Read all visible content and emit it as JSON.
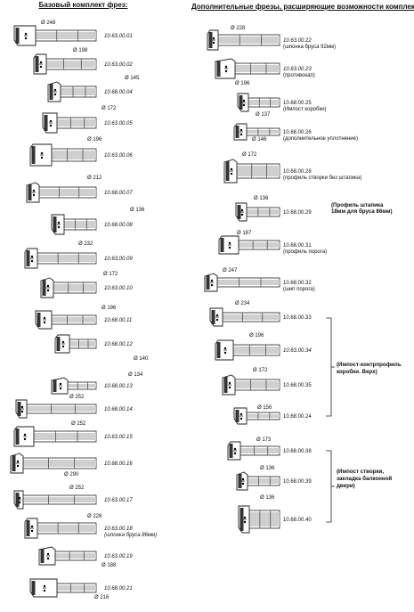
{
  "header_left": "Базовый комплект фрез:",
  "header_right": "Дополнительные фрезы, расширяющие возможности комплекта:",
  "left_items": [
    {
      "code": "10.63.00.01",
      "dia": "Ø 248"
    },
    {
      "code": "10.63.00.02",
      "dia": "Ø 198"
    },
    {
      "code": "10.68.00.04",
      "dia": "Ø 145"
    },
    {
      "code": "10.63.00.05",
      "dia": "Ø 172"
    },
    {
      "code": "10.63.00.06",
      "dia": "Ø 196"
    },
    {
      "code": "10.68.00.07",
      "dia": "Ø 212"
    },
    {
      "code": "10.68.00.08",
      "dia": "Ø 136"
    },
    {
      "code": "10.63.00.09",
      "dia": "Ø 232"
    },
    {
      "code": "10.63.00.10",
      "dia": "Ø 172"
    },
    {
      "code": "10.68.00.11",
      "dia": "Ø 196"
    },
    {
      "code": "10.68.00.12",
      "dia": "Ø 140"
    },
    {
      "code": "10.68.00.13",
      "dia": "Ø 134"
    },
    {
      "code": "10.68.00.14",
      "dia": "Ø 252"
    },
    {
      "code": "10.63.00.15",
      "dia": "Ø 252"
    },
    {
      "code": "10.68.00.16",
      "dia": "Ø 290"
    },
    {
      "code": "10.63.00.17",
      "dia": "Ø 252"
    },
    {
      "code": "10.63.00.18",
      "dia": "Ø 228",
      "note": "(шпонка бруса 86мм)"
    },
    {
      "code": "10.63.00.19",
      "dia": "Ø 188"
    },
    {
      "code": "10.68.00.21",
      "dia": "Ø 216"
    }
  ],
  "right_items": [
    {
      "code": "10.63.00.22",
      "dia": "Ø 228",
      "note": "(шпонка бруса 92мм)"
    },
    {
      "code": "10.63.00.23",
      "dia": "Ø 196",
      "note": "(противокап)"
    },
    {
      "code": "10.68.00.25",
      "dia": "Ø 137",
      "note": "(Импост коробки)"
    },
    {
      "code": "10.68.00.26",
      "dia": "Ø 146",
      "note": "(дополнительное уплотнение)"
    },
    {
      "code": "10.68.00.28",
      "dia": "Ø 172",
      "note": "(профиль створки без штапика)"
    },
    {
      "code": "10.68.00.29",
      "dia": "Ø 136",
      "note_bold": [
        "(Профиль штапика",
        "18мм для бруса 86мм)"
      ]
    },
    {
      "code": "10.68.00.31",
      "dia": "Ø 187",
      "note": "(профиль порога)"
    },
    {
      "code": "10.68.00.32",
      "dia": "Ø 247",
      "note": "(шип порога)"
    },
    {
      "code": "10.68.00.33",
      "dia": "Ø 234"
    },
    {
      "code": "10.63.00.34",
      "dia": "Ø 196"
    },
    {
      "code": "10.68.00.35",
      "dia": "Ø 172"
    },
    {
      "code": "10.68.00.24",
      "dia": "Ø 156"
    },
    {
      "code": "10.68.00.38",
      "dia": "Ø 173"
    },
    {
      "code": "10.68.00.39",
      "dia": "Ø 136"
    },
    {
      "code": "10.68.00.40",
      "dia": "Ø 136"
    }
  ],
  "group_notes": [
    {
      "lines": [
        "(Импост-контрпрофиль",
        "коробки. Верх)"
      ]
    },
    {
      "lines": [
        "(Импост створки,",
        "закладка балконной",
        "двери)"
      ]
    }
  ]
}
